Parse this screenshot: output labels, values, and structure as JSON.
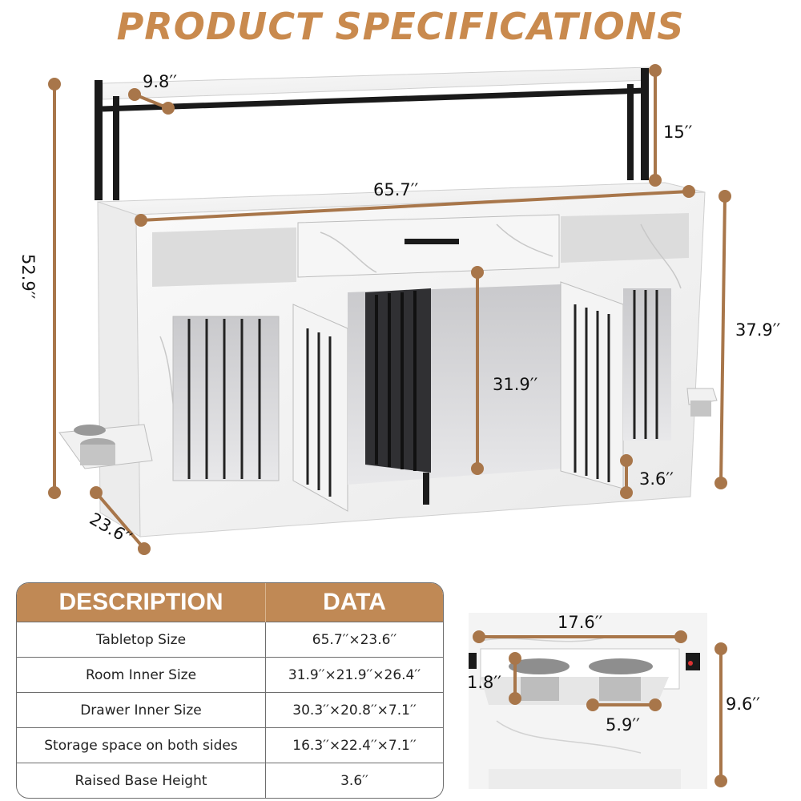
{
  "header": {
    "title": "PRODUCT SPECIFICATIONS"
  },
  "colors": {
    "accent": "#c08955",
    "dimension_line": "#a8764a",
    "marble": "#f3f3f3",
    "metal": "#1a1a1a"
  },
  "dimensions": {
    "top_shelf_depth": "9.8′′",
    "shelf_height": "15′′",
    "table_width": "65.7′′",
    "total_height": "52.9′′",
    "cabinet_height": "37.9′′",
    "room_height": "31.9′′",
    "base_height": "3.6′′",
    "depth": "23.6′′"
  },
  "bowl_detail": {
    "width": "17.6′′",
    "bowl_depth": "1.8′′",
    "height": "9.6′′",
    "bowl_diameter": "5.9′′"
  },
  "spec_table": {
    "headers": [
      "DESCRIPTION",
      "DATA"
    ],
    "rows": [
      {
        "label": "Tabletop Size",
        "value": "65.7′′×23.6′′"
      },
      {
        "label": "Room Inner Size",
        "value": "31.9′′×21.9′′×26.4′′"
      },
      {
        "label": "Drawer Inner Size",
        "value": "30.3′′×20.8′′×7.1′′"
      },
      {
        "label": "Storage space on both sides",
        "value": "16.3′′×22.4′′×7.1′′"
      },
      {
        "label": "Raised Base Height",
        "value": "3.6′′"
      }
    ]
  }
}
